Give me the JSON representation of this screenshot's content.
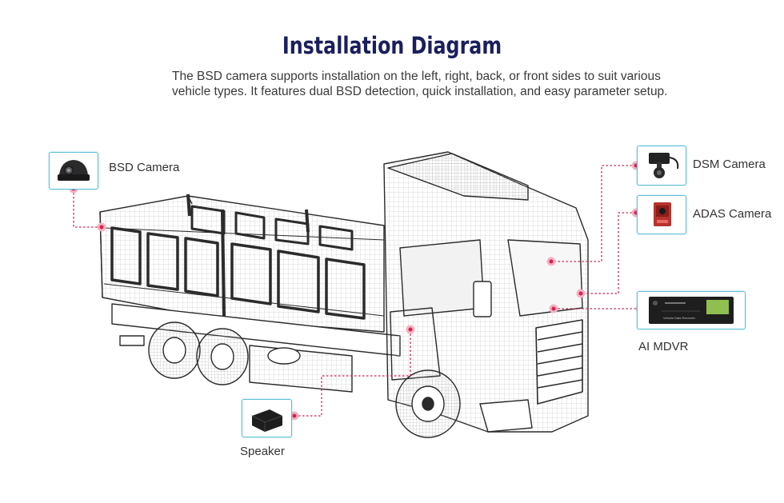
{
  "title": "Installation Diagram",
  "subtitle": {
    "line1": "The BSD camera supports installation on the left, right, back, or front sides to suit various",
    "line2": "vehicle types. It features dual BSD detection, quick installation, and easy parameter setup."
  },
  "components": {
    "bsd_camera": "BSD Camera",
    "dsm_camera": "DSM Camera",
    "adas_camera": "ADAS Camera",
    "ai_mdvr": "AI MDVR",
    "speaker": "Speaker"
  },
  "device_text": {
    "mdvr_screen": "Vehicle Data Recorder"
  },
  "colors": {
    "title": "#1a1f5c",
    "accent": "#d9214e",
    "box_border": "#5cbfd6"
  }
}
